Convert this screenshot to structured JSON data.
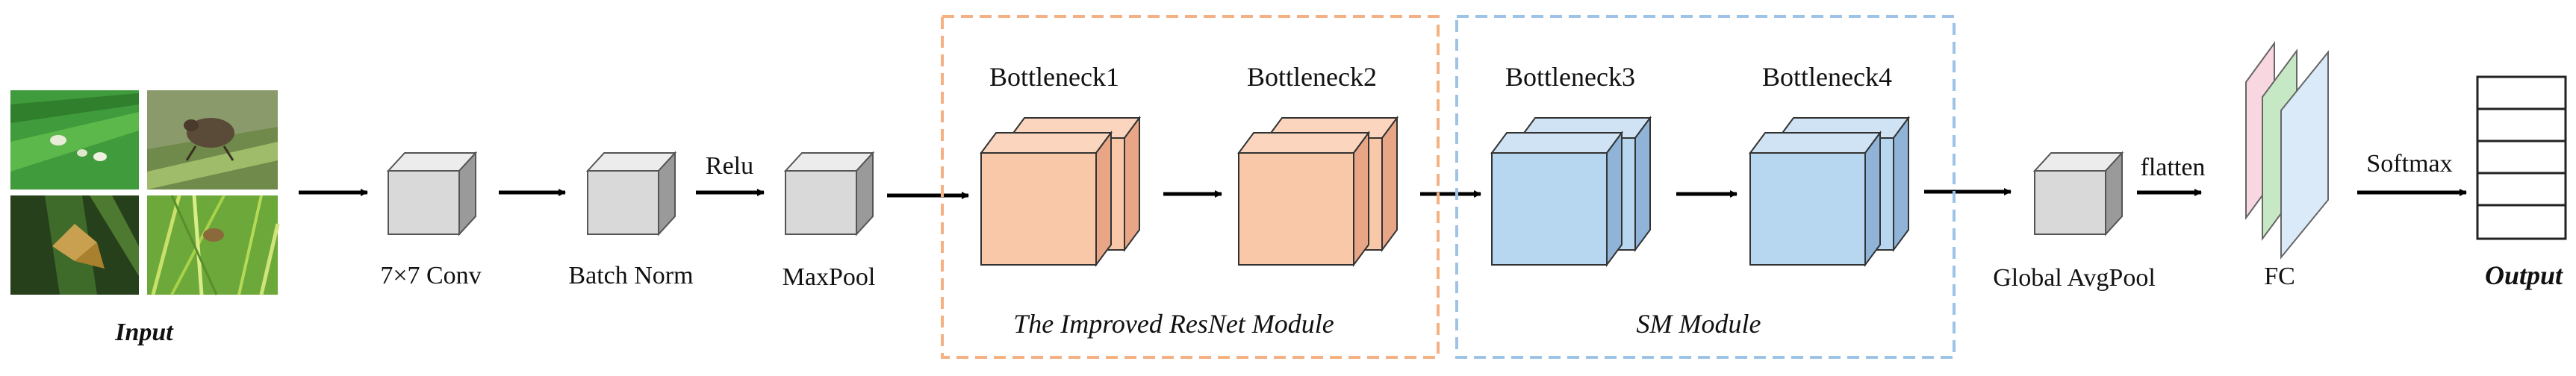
{
  "input": {
    "caption": "Input",
    "thumbnails": [
      "leaf-insects-photo",
      "weevil-on-leaf-photo",
      "moth-on-leaf-photo",
      "insect-in-grass-photo"
    ]
  },
  "stages": {
    "conv": "7×7 Conv",
    "batchnorm": "Batch Norm",
    "relu": "Relu",
    "maxpool": "MaxPool",
    "global_avgpool": "Global AvgPool",
    "flatten": "flatten",
    "fc": "FC",
    "softmax": "Softmax",
    "output": "Output"
  },
  "modules": {
    "improved_resnet": {
      "caption": "The Improved ResNet Module",
      "blocks": [
        "Bottleneck1",
        "Bottleneck2"
      ],
      "color": "#f9c8a8",
      "border": "#f4b183"
    },
    "sm": {
      "caption": "SM Module",
      "blocks": [
        "Bottleneck3",
        "Bottleneck4"
      ],
      "color": "#b7d6ef",
      "border": "#9dc3e6"
    }
  },
  "colors": {
    "cube_face": "#d9d9d9",
    "fc_pink": "#f8d7e0",
    "fc_green": "#c6e8c4",
    "fc_blue": "#dbeaf8"
  }
}
